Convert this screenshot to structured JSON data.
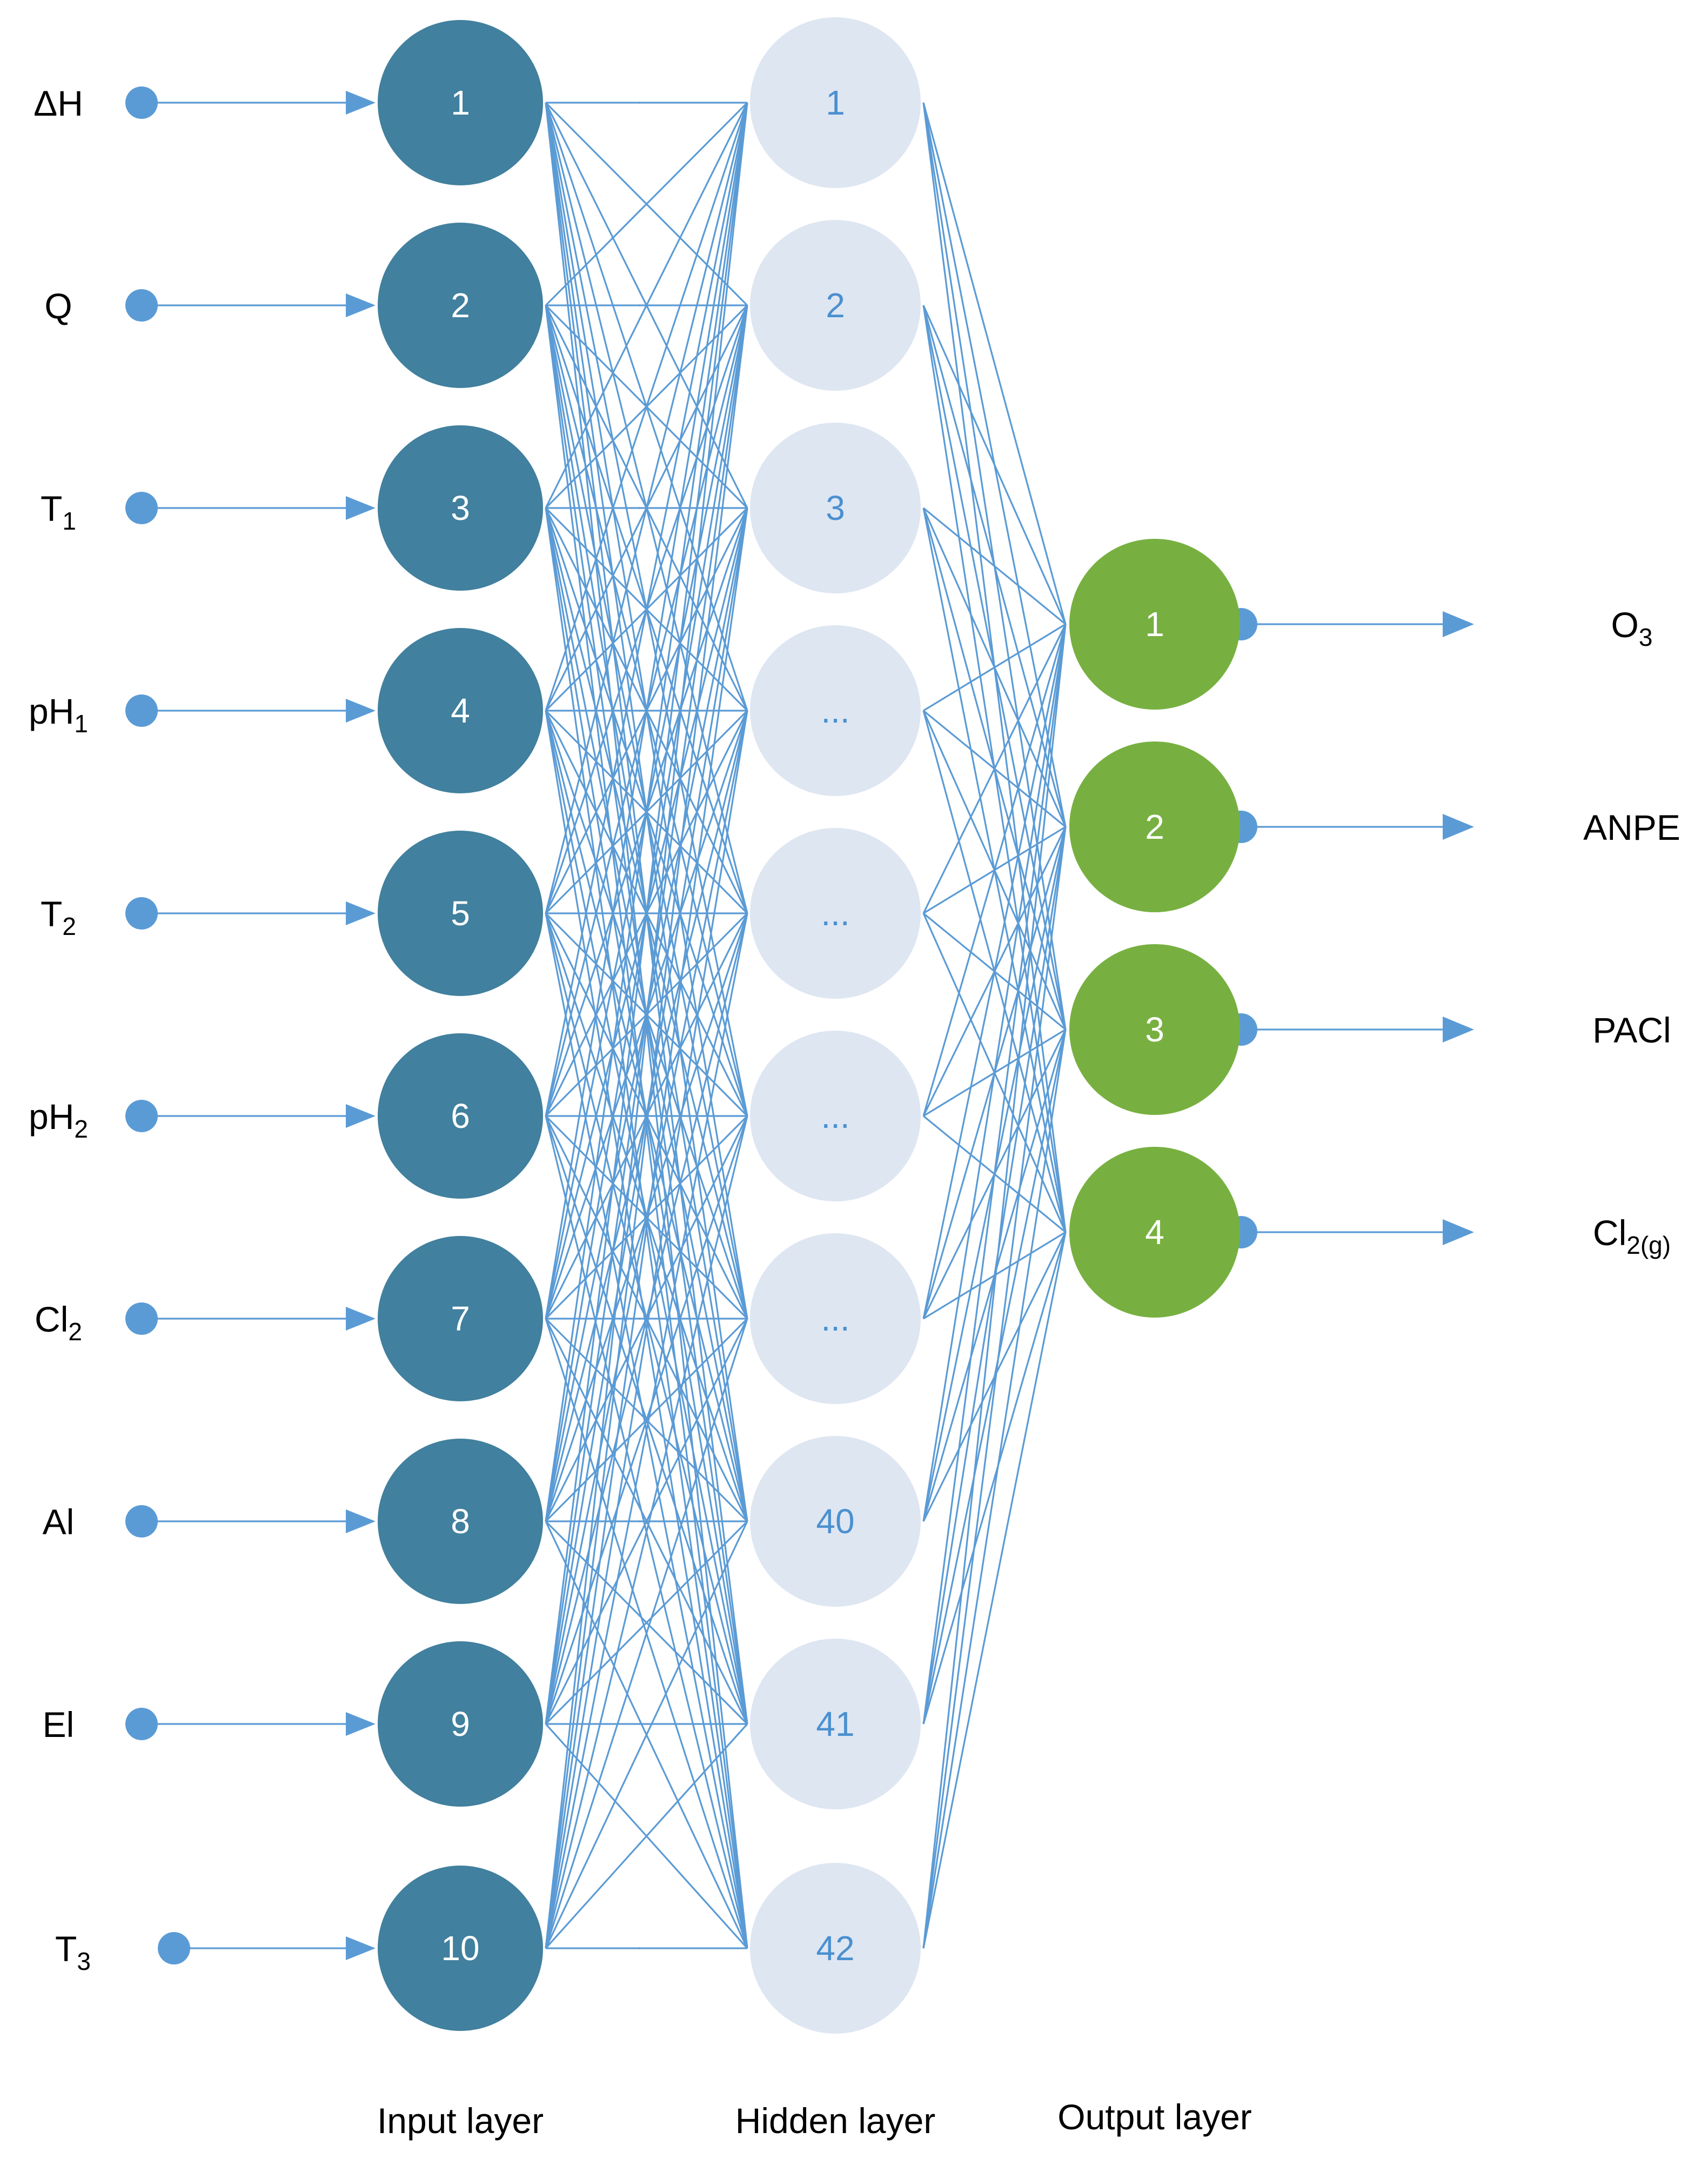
{
  "colors": {
    "connection": "#5b9bd5",
    "input_node": "#41809e",
    "input_label": "#ffffff",
    "hidden_node": "#dee6f2",
    "hidden_label": "#4a90d0",
    "output_node": "#77b041",
    "output_label": "#ffffff",
    "terminal_dot": "#5b9bd5",
    "text": "#000000"
  },
  "inputs": [
    {
      "main": "ΔH",
      "sub": ""
    },
    {
      "main": "Q",
      "sub": ""
    },
    {
      "main": "T",
      "sub": "1"
    },
    {
      "main": "pH",
      "sub": "1"
    },
    {
      "main": "T",
      "sub": "2"
    },
    {
      "main": "pH",
      "sub": "2"
    },
    {
      "main": "Cl",
      "sub": "2"
    },
    {
      "main": "Al",
      "sub": ""
    },
    {
      "main": "El",
      "sub": ""
    },
    {
      "main": "T",
      "sub": "3"
    }
  ],
  "input_nodes": [
    "1",
    "2",
    "3",
    "4",
    "5",
    "6",
    "7",
    "8",
    "9",
    "10"
  ],
  "hidden_nodes": [
    "1",
    "2",
    "3",
    "...",
    "...",
    "...",
    "...",
    "40",
    "41",
    "42"
  ],
  "output_nodes": [
    "1",
    "2",
    "3",
    "4"
  ],
  "outputs": [
    {
      "main": "O",
      "sub": "3"
    },
    {
      "main": "ANPE",
      "sub": ""
    },
    {
      "main": "PACl",
      "sub": ""
    },
    {
      "main": "Cl",
      "sub": "2(g)"
    }
  ],
  "layer_labels": {
    "input": "Input layer",
    "hidden": "Hidden layer",
    "output": "Output layer"
  }
}
